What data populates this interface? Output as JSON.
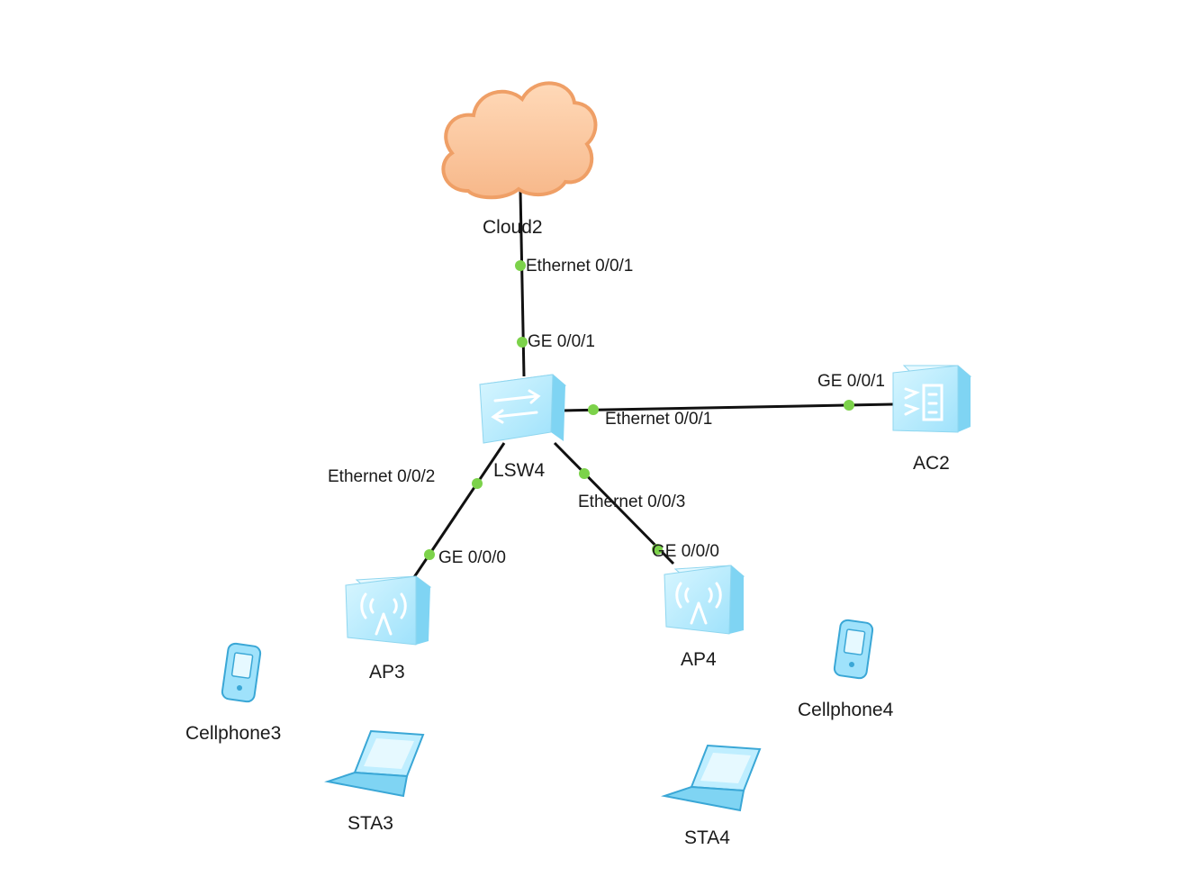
{
  "colors": {
    "link": "#111111",
    "port_dot": "#7cd24a",
    "cloud_fill": "#fbc9a2",
    "cloud_stroke": "#f0a26b",
    "device_face": "#bfeeff",
    "device_side": "#7fd4f3",
    "device_top": "#e6f9ff",
    "device_icon": "#ffffff"
  },
  "devices": {
    "cloud": {
      "label": "Cloud2",
      "icon": "cloud-icon"
    },
    "switch": {
      "label": "LSW4",
      "icon": "switch-icon"
    },
    "ac": {
      "label": "AC2",
      "icon": "access-controller-icon"
    },
    "ap3": {
      "label": "AP3",
      "icon": "access-point-icon"
    },
    "ap4": {
      "label": "AP4",
      "icon": "access-point-icon"
    },
    "cellphone3": {
      "label": "Cellphone3",
      "icon": "cellphone-icon"
    },
    "cellphone4": {
      "label": "Cellphone4",
      "icon": "cellphone-icon"
    },
    "sta3": {
      "label": "STA3",
      "icon": "laptop-icon"
    },
    "sta4": {
      "label": "STA4",
      "icon": "laptop-icon"
    }
  },
  "links": [
    {
      "from": "Cloud2",
      "to": "LSW4",
      "from_port": "Ethernet 0/0/1",
      "to_port": "GE 0/0/1"
    },
    {
      "from": "LSW4",
      "to": "AC2",
      "from_port": "Ethernet 0/0/1",
      "to_port": "GE 0/0/1"
    },
    {
      "from": "LSW4",
      "to": "AP3",
      "from_port": "Ethernet 0/0/2",
      "to_port": "GE 0/0/0"
    },
    {
      "from": "LSW4",
      "to": "AP4",
      "from_port": "Ethernet 0/0/3",
      "to_port": "GE 0/0/0"
    }
  ]
}
